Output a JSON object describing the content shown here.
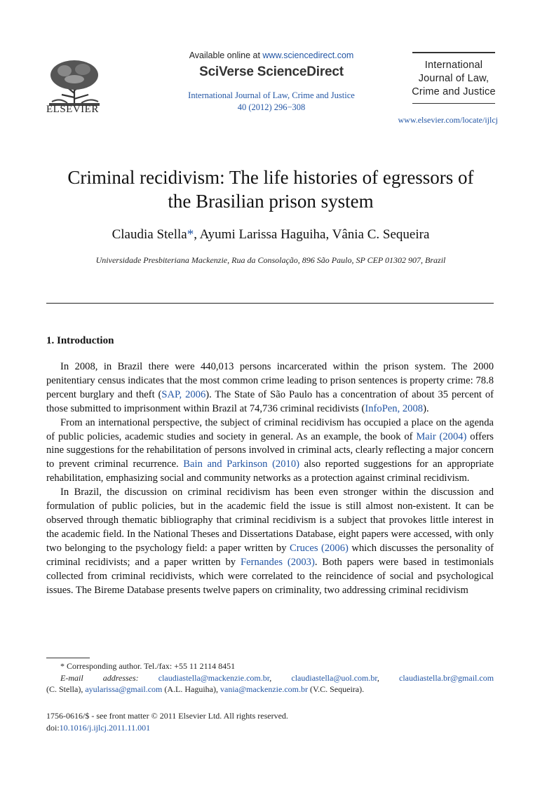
{
  "header": {
    "publisher_logo_text": "ELSEVIER",
    "available_prefix": "Available online at ",
    "available_link": "www.sciencedirect.com",
    "brand": "SciVerse ScienceDirect",
    "journal_ref_line1": "International Journal of Law, Crime and Justice",
    "journal_ref_line2": "40 (2012) 296−308",
    "journal_title_line1": "International",
    "journal_title_line2": "Journal of Law,",
    "journal_title_line3": "Crime and Justice",
    "journal_url": "www.elsevier.com/locate/ijlcj"
  },
  "article": {
    "title_line1": "Criminal recidivism: The life histories of egressors of",
    "title_line2": "the Brasilian prison system",
    "author1": "Claudia Stella",
    "author1_mark": "*",
    "authors_rest": ", Ayumi Larissa Haguiha, Vânia C. Sequeira",
    "affiliation": "Universidade Presbiteriana Mackenzie, Rua da Consolação, 896 São Paulo, SP CEP 01302 907, Brazil"
  },
  "section": {
    "heading": "1. Introduction",
    "p1_a": "In 2008, in Brazil there were 440,013 persons incarcerated within the prison system. The 2000 penitentiary census indicates that the most common crime leading to prison sentences is property crime: 78.8 percent burglary and theft (",
    "p1_ref1": "SAP, 2006",
    "p1_b": "). The State of São Paulo has a concentration of about 35 percent of those submitted to imprisonment within Brazil at 74,736 criminal recidivists (",
    "p1_ref2": "InfoPen, 2008",
    "p1_c": ").",
    "p2_a": "From an international perspective, the subject of criminal recidivism has occupied a place on the agenda of public policies, academic studies and society in general. As an example, the book of ",
    "p2_ref1": "Mair (2004)",
    "p2_b": " offers nine suggestions for the rehabilitation of persons involved in criminal acts, clearly reflecting a major concern to prevent criminal recurrence. ",
    "p2_ref2": "Bain and Parkinson (2010)",
    "p2_c": " also reported suggestions for an appropriate rehabilitation, emphasizing social and community networks as a protection against criminal recidivism.",
    "p3_a": "In Brazil, the discussion on criminal recidivism has been even stronger within the discussion and formulation of public policies, but in the academic field the issue is still almost non-existent. It can be observed through thematic bibliography that criminal recidivism is a subject that provokes little interest in the academic field. In the National Theses and Dissertations Database, eight papers were accessed, with only two belonging to the psychology field: a paper written by ",
    "p3_ref1": "Cruces (2006)",
    "p3_b": " which discusses the personality of criminal recidivists; and a paper written by ",
    "p3_ref2": "Fernandes (2003)",
    "p3_c": ". Both papers were based in testimonials collected from criminal recidivists, which were correlated to the reincidence of social and psychological issues. The Bireme Database presents twelve papers on criminality, two addressing criminal recidivism"
  },
  "footnote": {
    "corresponding": "* Corresponding author. Tel./fax: +55 11 2114 8451",
    "email_label": "E-mail addresses:",
    "email1": "claudiastella@mackenzie.com.br",
    "email2": "claudiastella@uol.com.br",
    "email3": "claudiastella.br@gmail.com",
    "stella_tag": "(C. Stella),",
    "email4": "ayularissa@gmail.com",
    "haguiha_tag": "(A.L. Haguiha),",
    "email5": "vania@mackenzie.com.br",
    "sequeira_tag": "(V.C. Sequeira)."
  },
  "copyright": {
    "line1": "1756-0616/$ - see front matter © 2011 Elsevier Ltd. All rights reserved.",
    "doi_prefix": "doi:",
    "doi": "10.1016/j.ijlcj.2011.11.001"
  },
  "colors": {
    "link": "#2255a4",
    "text": "#111111"
  },
  "icons": {
    "publisher_logo": "elsevier-tree-logo"
  }
}
